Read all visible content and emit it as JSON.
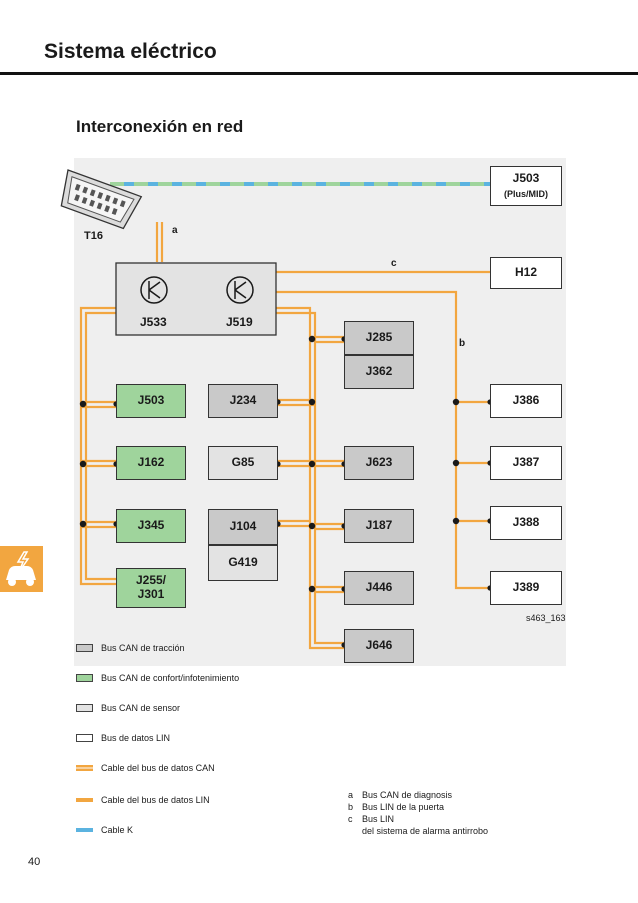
{
  "header": {
    "title": "Sistema eléctrico"
  },
  "section": {
    "title": "Interconexión en red"
  },
  "diagram": {
    "connector_label": "T16",
    "gateway": {
      "left": "J533",
      "right": "J519"
    },
    "units": {
      "j503_top": {
        "label": "J503",
        "sub": "(Plus/MID)"
      },
      "h12": "H12",
      "j285": "J285",
      "j362": "J362",
      "j503": "J503",
      "j234": "J234",
      "j386": "J386",
      "j162": "J162",
      "g85": "G85",
      "j623": "J623",
      "j387": "J387",
      "j345": "J345",
      "j104": "J104",
      "g419": "G419",
      "j187": "J187",
      "j388": "J388",
      "j255": "J255/\nJ301",
      "j446": "J446",
      "j389": "J389",
      "j646": "J646"
    },
    "wire_labels": {
      "a": "a",
      "b": "b",
      "c": "c"
    },
    "figure_ref": "s463_163"
  },
  "legend": [
    {
      "type": "box",
      "color": "#c9c9c9",
      "label": "Bus CAN de tracción"
    },
    {
      "type": "box",
      "color": "#9fd49c",
      "label": "Bus CAN de confort/infotenimiento"
    },
    {
      "type": "box",
      "color": "#e3e3e3",
      "label": "Bus CAN de sensor"
    },
    {
      "type": "box",
      "color": "#ffffff",
      "label": "Bus de datos LIN"
    },
    {
      "type": "line-double",
      "color": "#f2a640",
      "label": "Cable del bus de datos CAN"
    },
    {
      "type": "line",
      "color": "#f2a640",
      "label": "Cable del bus de datos LIN"
    },
    {
      "type": "line",
      "color": "#5bb3e0",
      "label": "Cable K"
    }
  ],
  "notes": [
    {
      "key": "a",
      "text": "Bus CAN de diagnosis"
    },
    {
      "key": "b",
      "text": "Bus LIN de la puerta"
    },
    {
      "key": "c",
      "text": "Bus LIN"
    },
    {
      "key": "",
      "text": "del sistema de alarma antirrobo"
    }
  ],
  "colors": {
    "can": "#f2a640",
    "kline_blue": "#5bb3e0",
    "kline_green": "#9fd49c",
    "green_unit": "#9fd49c"
  },
  "page": {
    "number": "40"
  }
}
